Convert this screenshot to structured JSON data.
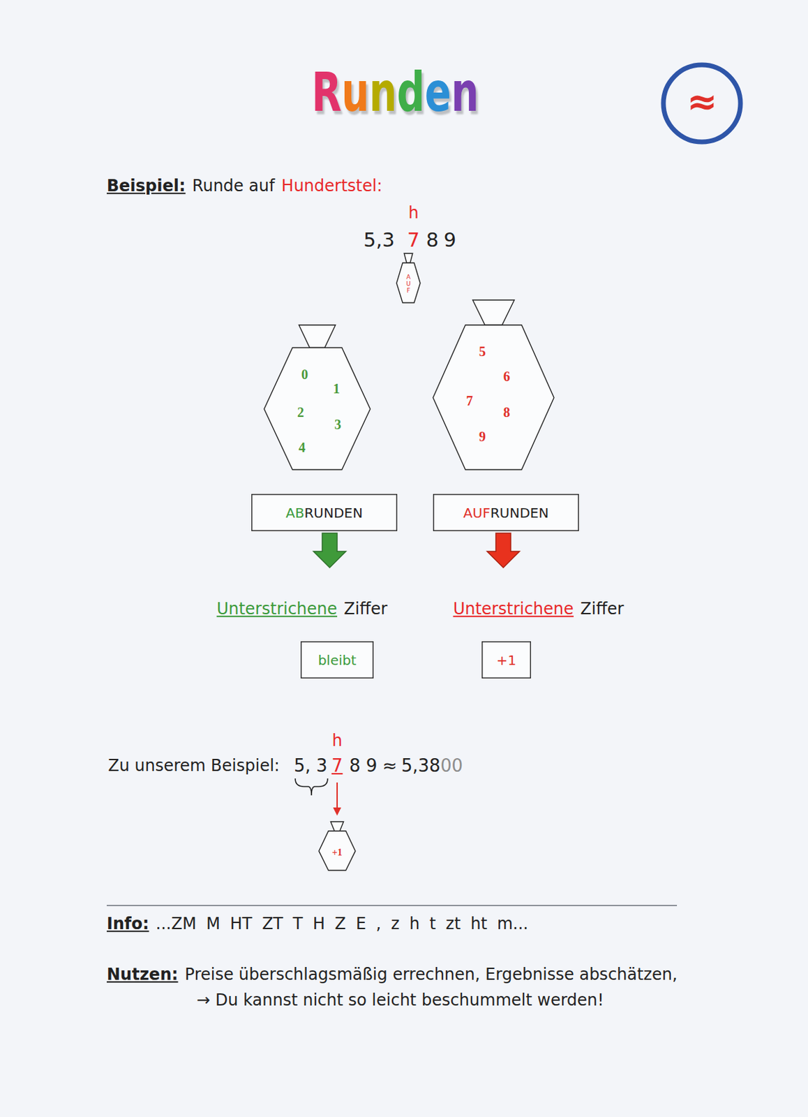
{
  "diagram": {
    "title": "Runden",
    "nodes": [
      {
        "text": [
          "≈"
        ]
      },
      {
        "text": [
          "AUF"
        ]
      },
      {
        "text": [
          "0",
          "1",
          "2",
          "3",
          "4"
        ]
      },
      {
        "text": [
          "5",
          "6",
          "7",
          "8",
          "9"
        ]
      },
      {
        "text": [
          "AB",
          "RUNDEN"
        ]
      },
      {
        "text": [
          "AUF",
          "RUNDEN"
        ]
      },
      {
        "text": [
          "bleibt"
        ]
      },
      {
        "text": [
          "+1"
        ]
      },
      {
        "text": [
          "+1"
        ]
      }
    ],
    "labels": [
      "Beispiel:",
      "Runde auf",
      "Hundertstel:",
      "h",
      "5,3",
      "7",
      "8",
      "9",
      "Unterstrichene",
      "Ziffer",
      "Unterstrichene",
      "Ziffer",
      "h",
      "Zu unserem Beispiel:",
      "5, 3",
      "7",
      "8 9",
      "≈",
      "5,38",
      "00",
      "Info:",
      "...ZM M HT ZT T H Z E , z h t zt ht m...",
      "Nutzen:",
      "Preise überschlagsmäßig errechnen, Ergebnisse abschätzen,",
      "→ Du kannst nicht so leicht beschummelt werden!"
    ]
  }
}
